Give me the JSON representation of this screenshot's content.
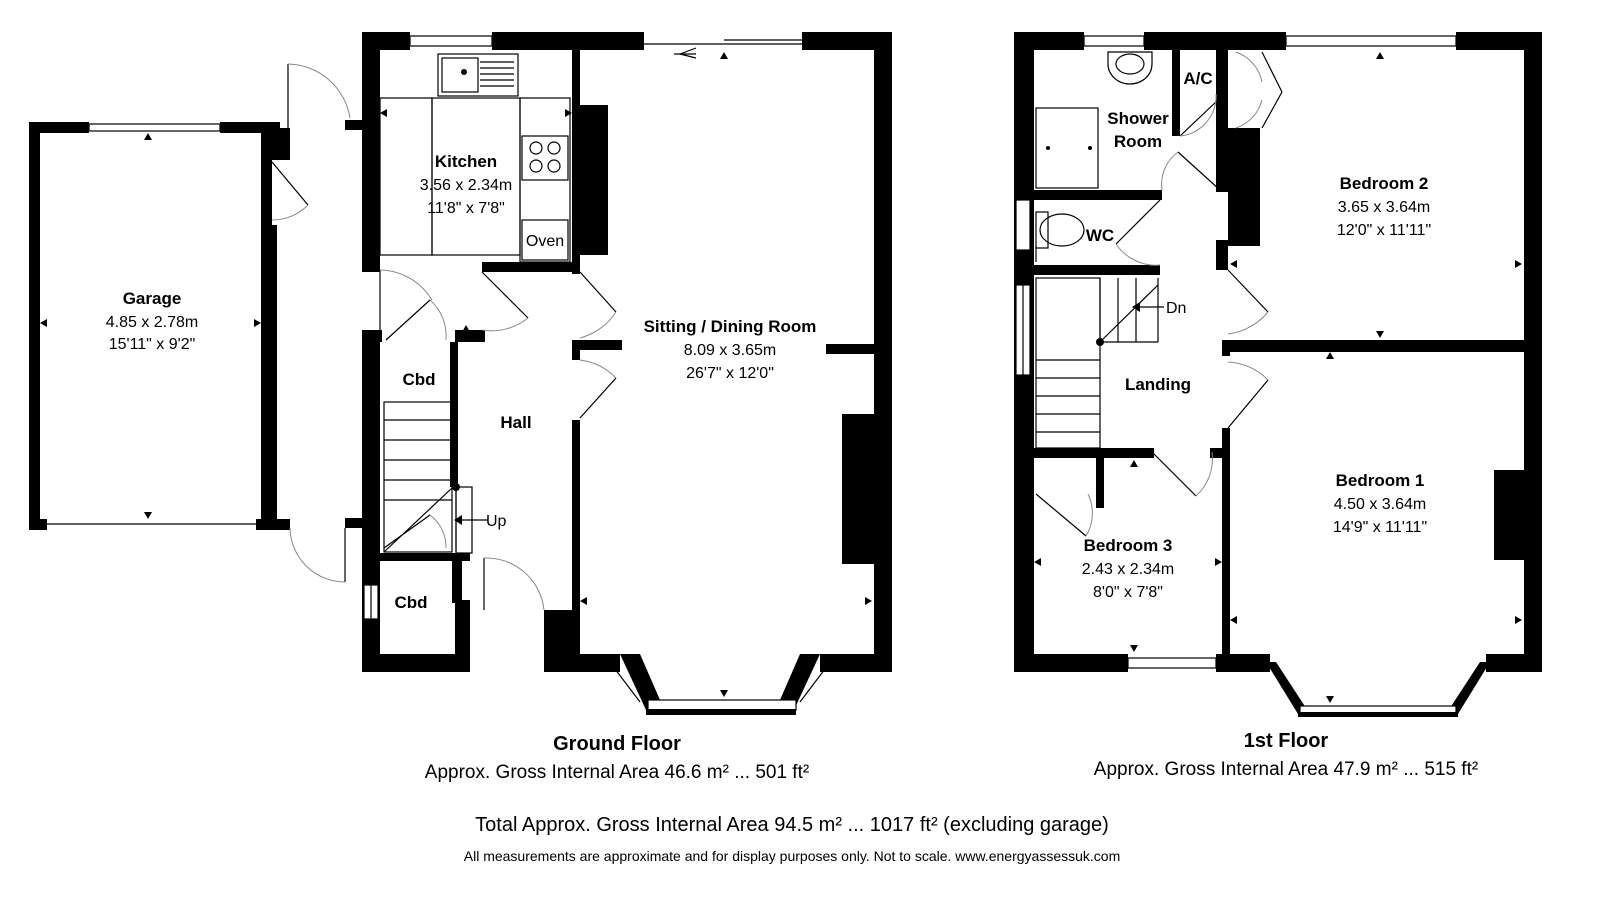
{
  "ground_floor": {
    "title": "Ground Floor",
    "area": "Approx. Gross Internal Area 46.6 m² ... 501 ft²",
    "rooms": {
      "garage": {
        "name": "Garage",
        "metric": "4.85 x 2.78m",
        "imperial": "15'11\" x 9'2\""
      },
      "kitchen": {
        "name": "Kitchen",
        "metric": "3.56 x 2.34m",
        "imperial": "11'8\" x 7'8\""
      },
      "sitting": {
        "name": "Sitting / Dining Room",
        "metric": "8.09 x 3.65m",
        "imperial": "26'7\" x 12'0\""
      },
      "hall": {
        "name": "Hall"
      },
      "cbd_upper": {
        "name": "Cbd"
      },
      "cbd_lower": {
        "name": "Cbd"
      }
    },
    "labels": {
      "oven": "Oven",
      "up": "Up"
    }
  },
  "first_floor": {
    "title": "1st Floor",
    "area": "Approx. Gross Internal Area 47.9 m² ... 515 ft²",
    "rooms": {
      "shower": {
        "name_line1": "Shower",
        "name_line2": "Room"
      },
      "ac": {
        "name": "A/C"
      },
      "wc": {
        "name": "WC"
      },
      "bedroom2": {
        "name": "Bedroom 2",
        "metric": "3.65 x 3.64m",
        "imperial": "12'0\" x 11'11\""
      },
      "bedroom1": {
        "name": "Bedroom 1",
        "metric": "4.50 x 3.64m",
        "imperial": "14'9\" x 11'11\""
      },
      "bedroom3": {
        "name": "Bedroom 3",
        "metric": "2.43 x 2.34m",
        "imperial": "8'0\" x 7'8\""
      },
      "landing": {
        "name": "Landing"
      }
    },
    "labels": {
      "down": "Dn"
    }
  },
  "footer": {
    "total": "Total Approx. Gross Internal Area 94.5 m² ... 1017 ft² (excluding garage)",
    "disclaimer": "All measurements are approximate and for display purposes only. Not to scale. www.energyassessuk.com"
  }
}
